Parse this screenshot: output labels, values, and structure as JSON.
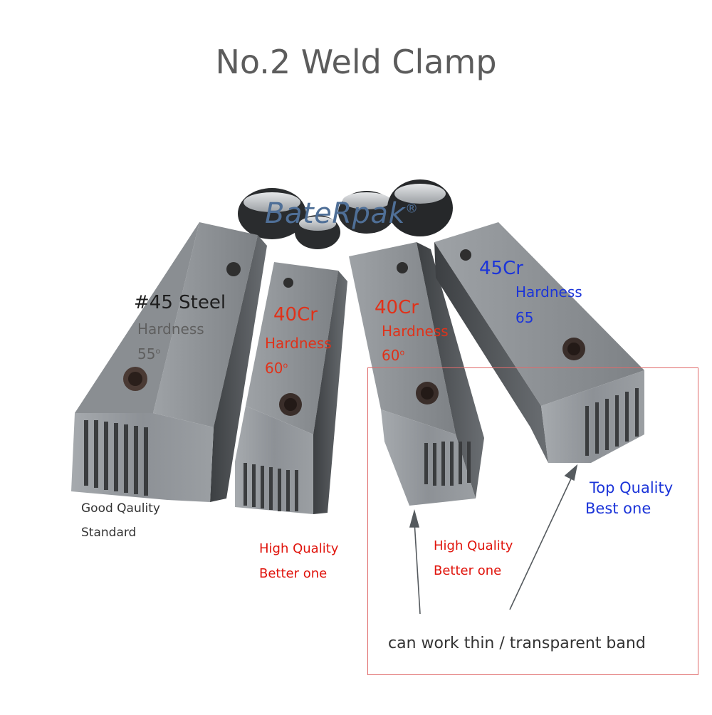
{
  "title": "No.2  Weld Clamp",
  "logo": {
    "text": "BateRpak",
    "mark": "®"
  },
  "clamps": [
    {
      "material": "#45 Steel",
      "hardness_label": "Hardness",
      "hardness_value": "55",
      "unit_symbol": "o",
      "quality": "Good Qaulity",
      "grade": "Standard"
    },
    {
      "material": "40Cr",
      "hardness_label": "Hardness",
      "hardness_value": "60",
      "unit_symbol": "o",
      "quality": "High Quality",
      "grade": "Better one"
    },
    {
      "material": "40Cr",
      "hardness_label": "Hardness",
      "hardness_value": "60",
      "unit_symbol": "o",
      "quality": "High Quality",
      "grade": "Better one"
    },
    {
      "material": "45Cr",
      "hardness_label": "Hardness",
      "hardness_value": "65",
      "quality": "Top Quality",
      "grade": "Best one"
    }
  ],
  "note": "can work thin / transparent band",
  "colors": {
    "steel": "#8d9196",
    "steel_dark": "#4b4e52",
    "red": "#e0321a",
    "blue": "#1c35d9",
    "frame": "#e06a6a"
  }
}
